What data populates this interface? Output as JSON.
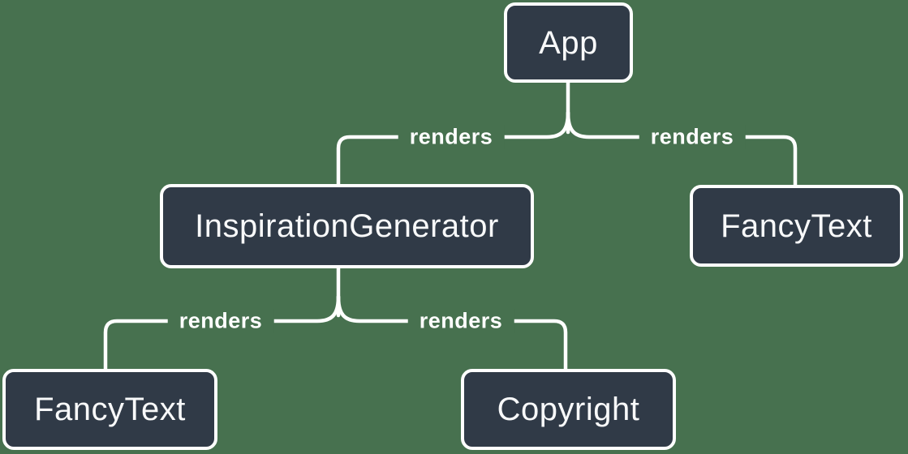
{
  "diagram": {
    "type": "tree",
    "description_colors": {
      "background": "#47714F",
      "node_fill": "#303A47",
      "node_border": "#FFFFFF",
      "edge_line": "#FFFFFF",
      "text": "#FFFFFF"
    },
    "nodes": [
      {
        "id": "app",
        "label": "App"
      },
      {
        "id": "inspiration-generator",
        "label": "InspirationGenerator"
      },
      {
        "id": "fancy-text-top-right",
        "label": "FancyText"
      },
      {
        "id": "fancy-text-bottom-left",
        "label": "FancyText"
      },
      {
        "id": "copyright",
        "label": "Copyright"
      }
    ],
    "edges": [
      {
        "from": "App",
        "to": "InspirationGenerator",
        "label": "renders"
      },
      {
        "from": "App",
        "to": "FancyText",
        "label": "renders"
      },
      {
        "from": "InspirationGenerator",
        "to": "FancyText",
        "label": "renders"
      },
      {
        "from": "InspirationGenerator",
        "to": "Copyright",
        "label": "renders"
      }
    ]
  }
}
